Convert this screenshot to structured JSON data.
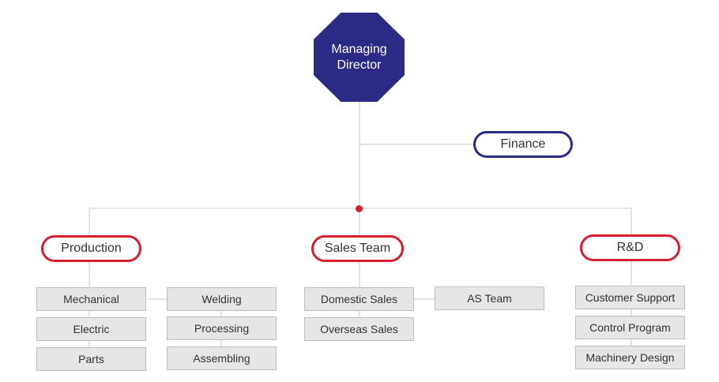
{
  "top": {
    "label": "Managing Director"
  },
  "staff": {
    "label": "Finance"
  },
  "departments": [
    {
      "label": "Production",
      "teams_left": [
        "Mechanical",
        "Electric",
        "Parts"
      ],
      "teams_right": [
        "Welding",
        "Processing",
        "Assembling"
      ]
    },
    {
      "label": "Sales Team",
      "teams_left": [
        "Domestic Sales",
        "Overseas Sales"
      ],
      "teams_right": [
        "AS Team"
      ]
    },
    {
      "label": "R&D",
      "teams": [
        "Customer Support",
        "Control Program",
        "Machinery Design"
      ]
    }
  ],
  "colors": {
    "director": "#2b2a84",
    "staff_border": "#2b2a84",
    "department_border": "#d91f2d",
    "junction_dot": "#d91f2d",
    "team_fill": "#e6e6e6",
    "connector": "#c8c8c8"
  }
}
